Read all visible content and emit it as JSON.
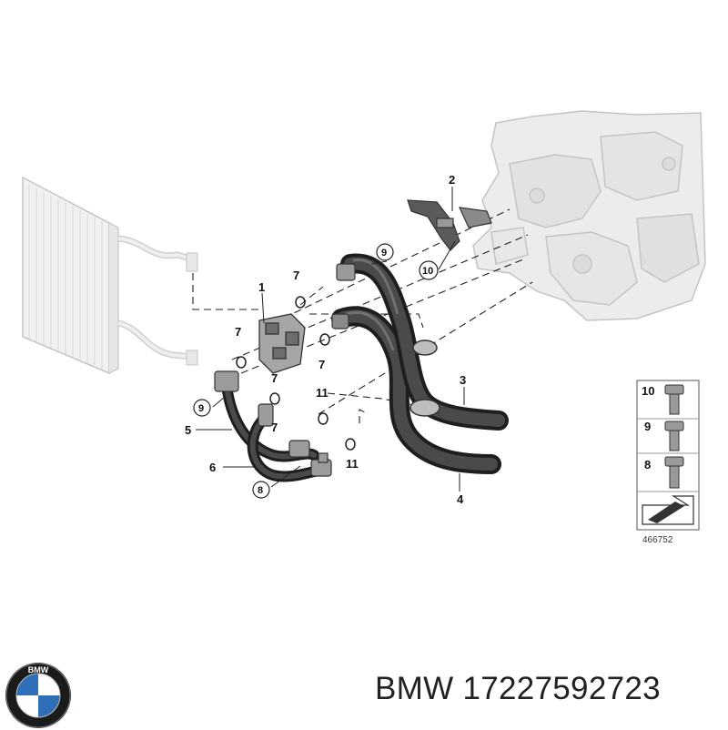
{
  "callouts": {
    "c1": "1",
    "c2": "2",
    "c3": "3",
    "c4": "4",
    "c5": "5",
    "c6": "6",
    "c7a": "7",
    "c7b": "7",
    "c7c": "7",
    "c7d": "7",
    "c7e": "7",
    "c8": "8",
    "c9a": "9",
    "c9b": "9",
    "c10": "10",
    "c11a": "11",
    "c11b": "11"
  },
  "legend": {
    "items": [
      {
        "number": "10",
        "icon": "bolt-icon"
      },
      {
        "number": "9",
        "icon": "bolt-icon"
      },
      {
        "number": "8",
        "icon": "bolt-icon"
      }
    ],
    "reference": "466752"
  },
  "footer": {
    "brand": "BMW",
    "part_number": "17227592723",
    "text": "BMW 17227592723",
    "logo_letters": "BMW"
  },
  "colors": {
    "hose": "#2f2f2f",
    "hose_highlight": "#5a5a5a",
    "ghost_part": "#c9c9c9",
    "logo_blue": "#2f6fb8"
  }
}
